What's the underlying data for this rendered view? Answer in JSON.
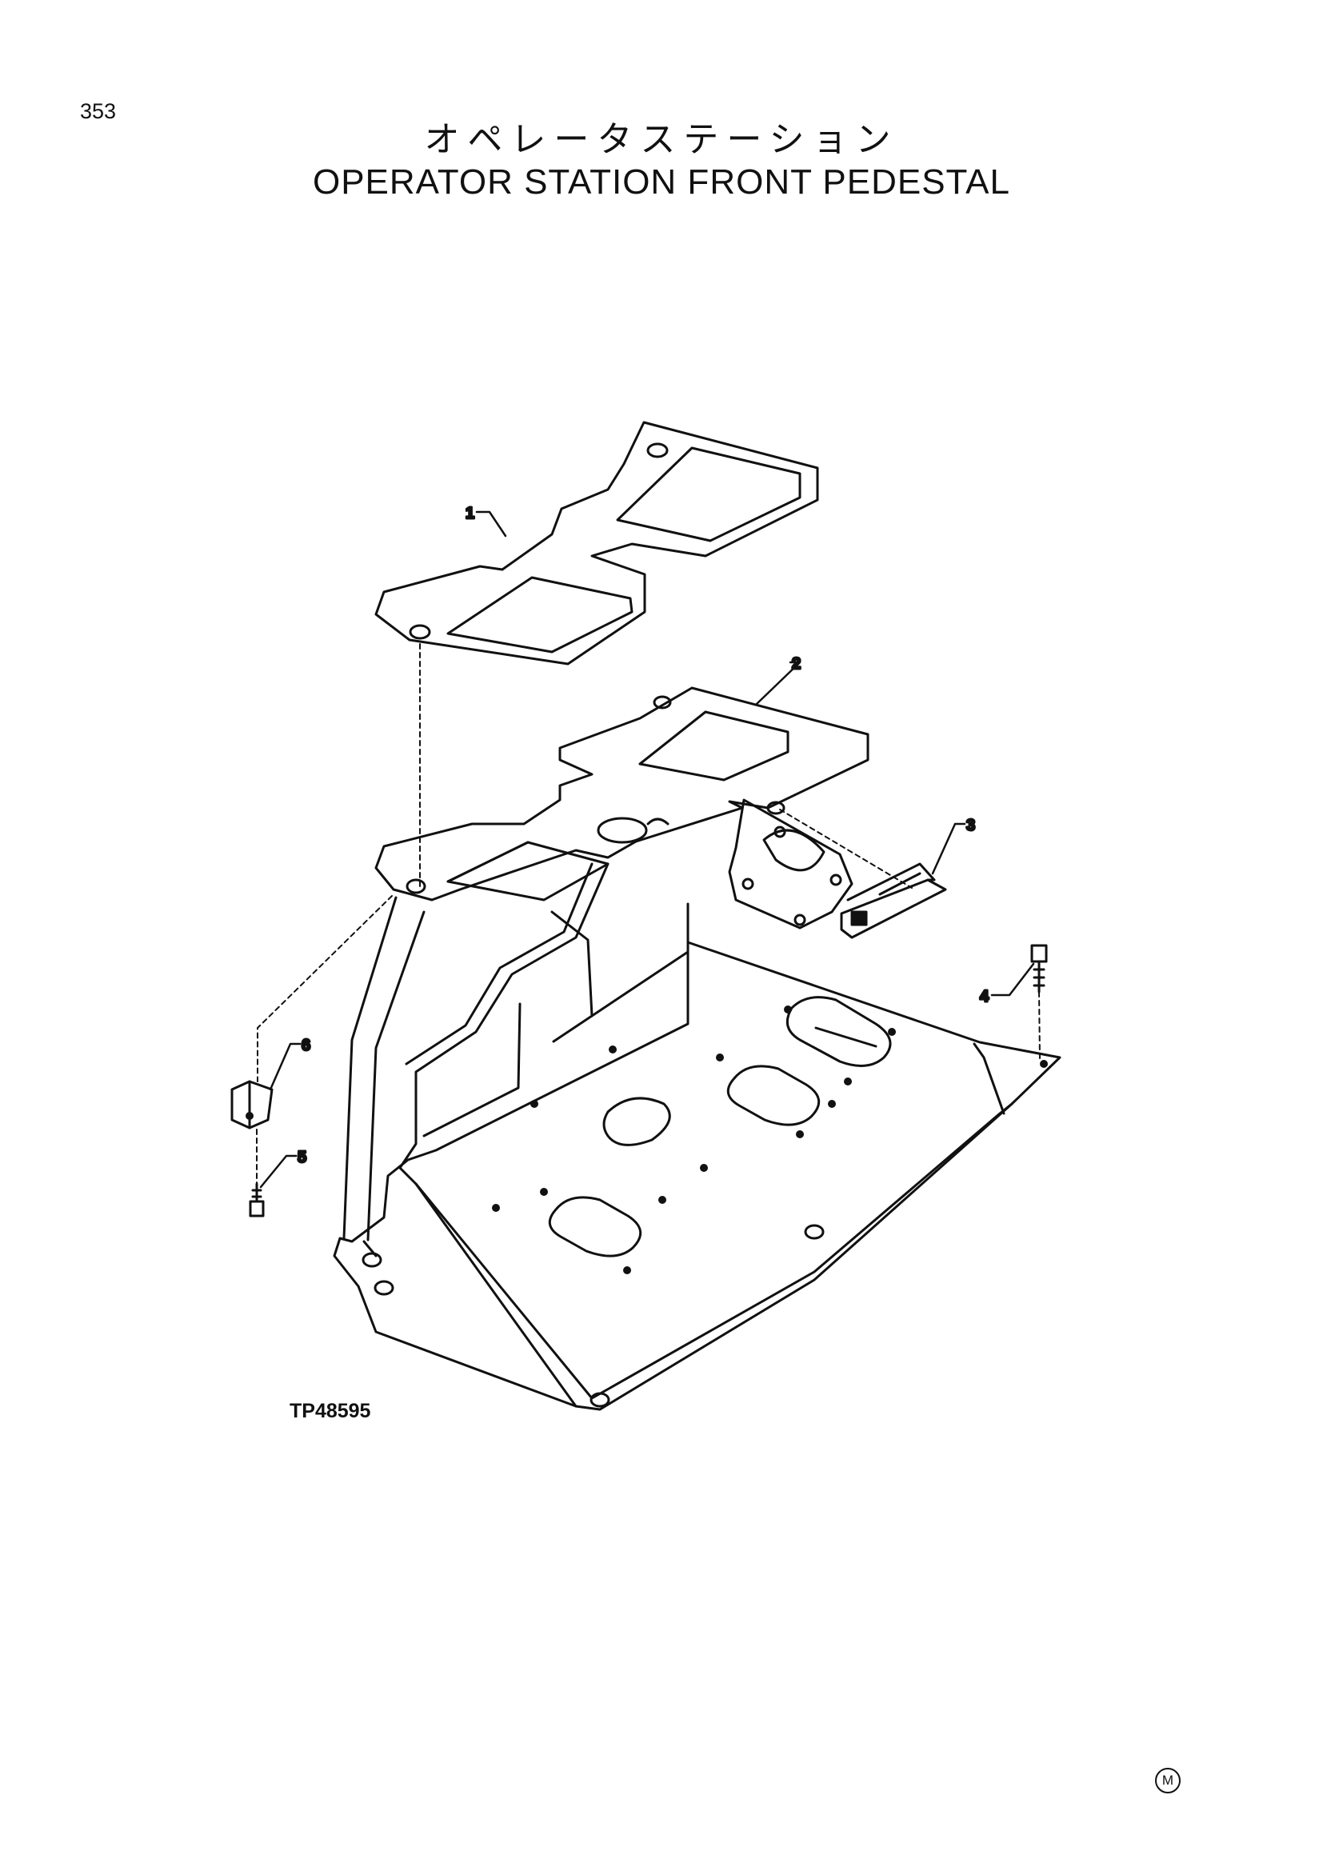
{
  "page": {
    "number": "353",
    "title_jp": "オペレータステーション",
    "title_en": "OPERATOR STATION FRONT PEDESTAL",
    "drawing_id": "TP48595",
    "corner_mark": "M"
  },
  "callouts": [
    {
      "label": "1"
    },
    {
      "label": "2"
    },
    {
      "label": "3"
    },
    {
      "label": "4"
    },
    {
      "label": "5"
    },
    {
      "label": "6"
    }
  ],
  "colors": {
    "ink": "#111111",
    "paper": "#ffffff"
  }
}
